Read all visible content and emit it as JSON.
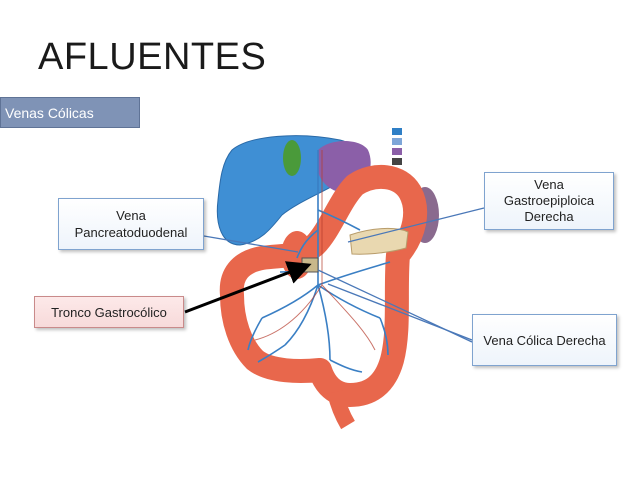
{
  "title": "AFLUENTES",
  "section_tag": "Venas Cólicas",
  "labels": {
    "pancreatoduodenal": [
      "Vena",
      "Pancreatoduodenal"
    ],
    "gastrocolico": "Tronco Gastrocólico",
    "gastroepiploica": [
      "Vena",
      "Gastroepiploica",
      "Derecha"
    ],
    "colica_derecha": "Vena Cólica Derecha"
  },
  "colors": {
    "liver": "#3f8fd4",
    "colon": "#e8674c",
    "vein": "#3a7fc4",
    "stomach": "#8b5fa8",
    "gallbladder": "#4a9a3a",
    "pancreas": "#e9d8b0",
    "spleen": "#8a6a8e"
  }
}
